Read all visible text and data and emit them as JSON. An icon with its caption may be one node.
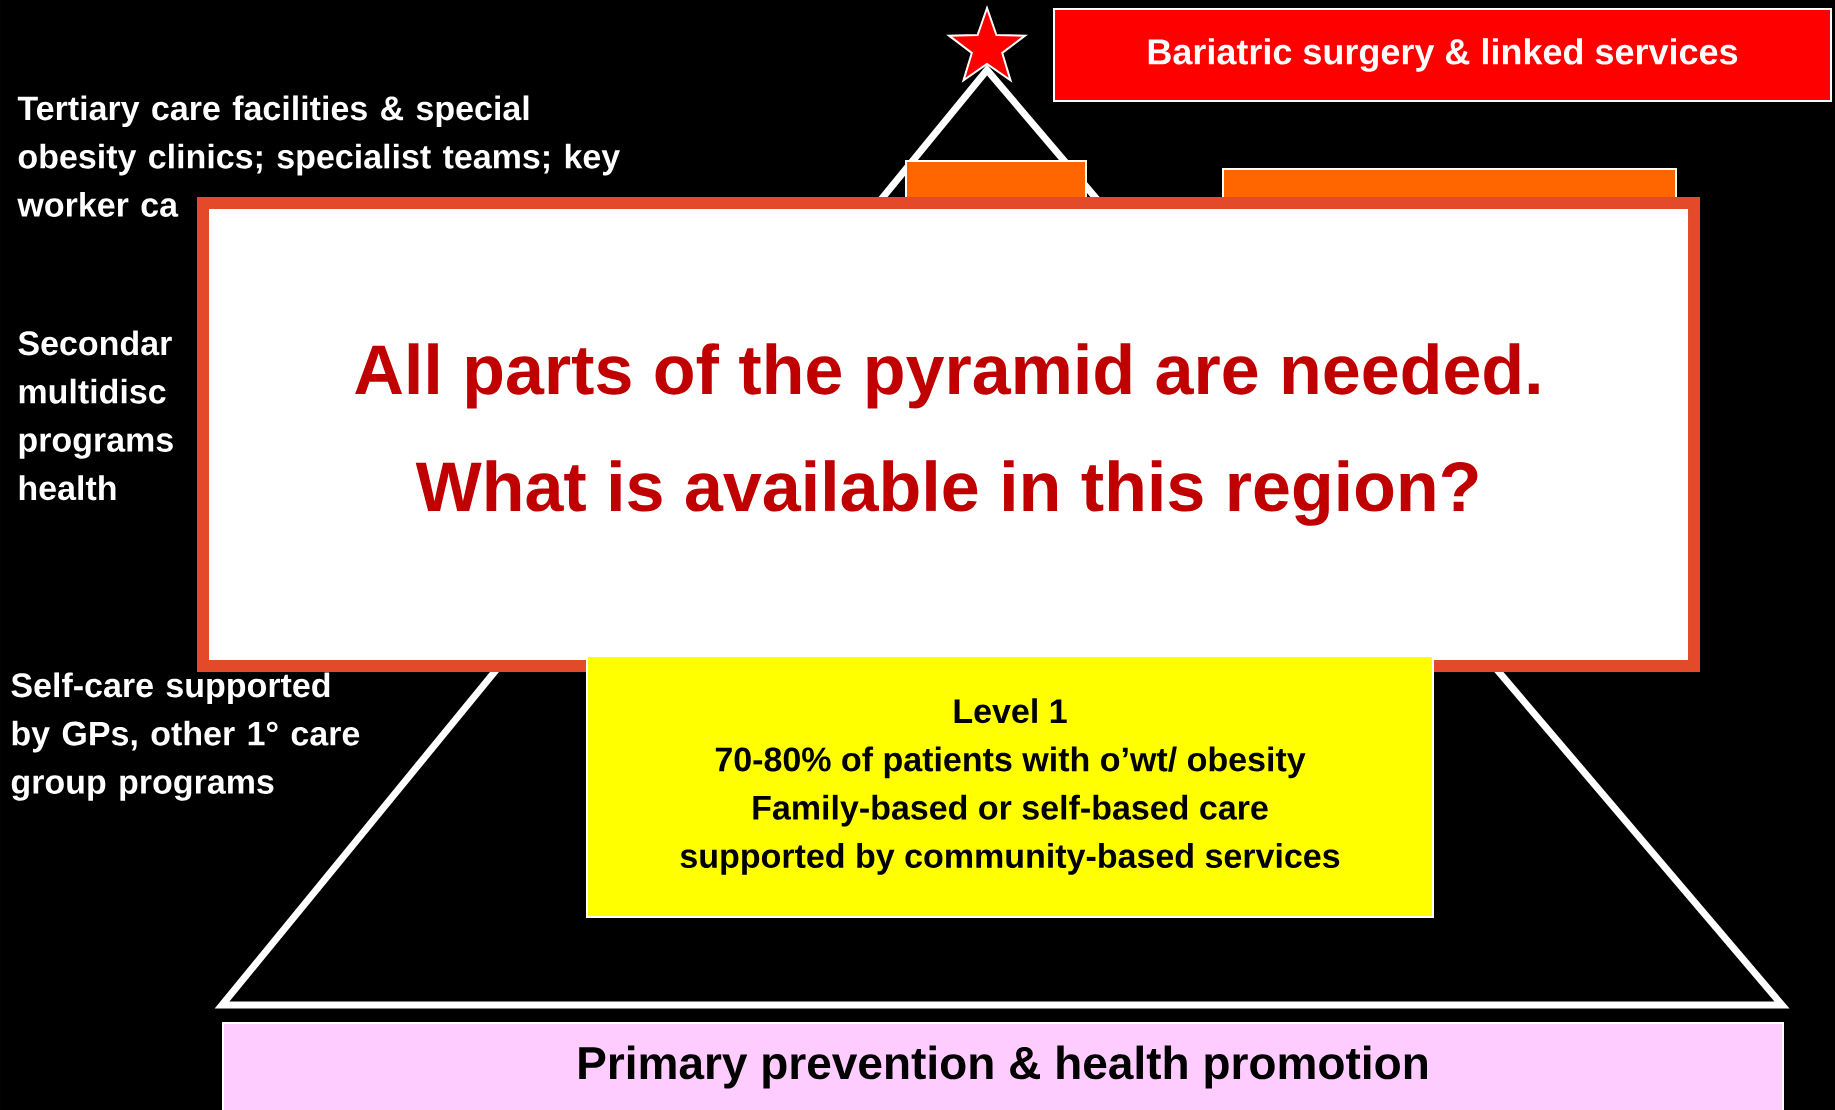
{
  "diagram": {
    "nodes": [
      {
        "text": [
          "Bariatric surgery & linked services"
        ]
      },
      {
        "text": [],
        "shape": "box"
      },
      {
        "text": [],
        "shape": "box"
      },
      {
        "text": [
          "All parts of the pyramid are needed.",
          "What is available in this region?"
        ]
      },
      {
        "text": [
          "Level 1",
          "70-80% of patients with o’wt/ obesity Family-based or self-based care supported by community-based services"
        ]
      },
      {
        "text": [
          "Primary prevention & health promotion"
        ]
      }
    ],
    "labels": [
      "Tertiary care facilities & special obesity clinics; specialist teams; key worker ca",
      "Secondar multidisc programs health",
      "Self-care supported by GPs, other 1° care group programs"
    ]
  }
}
